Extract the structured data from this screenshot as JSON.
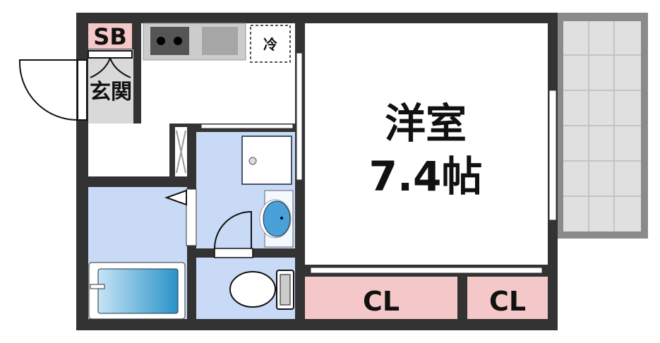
{
  "rooms": {
    "shoe_box": "SB",
    "entrance": "玄関",
    "fridge": "冷",
    "western_room": "洋室",
    "western_room_size": "7.4帖",
    "closet_1": "CL",
    "closet_2": "CL"
  },
  "colors": {
    "wall": "#333333",
    "wet_area": "#c8daf6",
    "closet": "#f4c8c8",
    "entrance": "#d9d9d9",
    "balcony": "#dcdcdc"
  }
}
